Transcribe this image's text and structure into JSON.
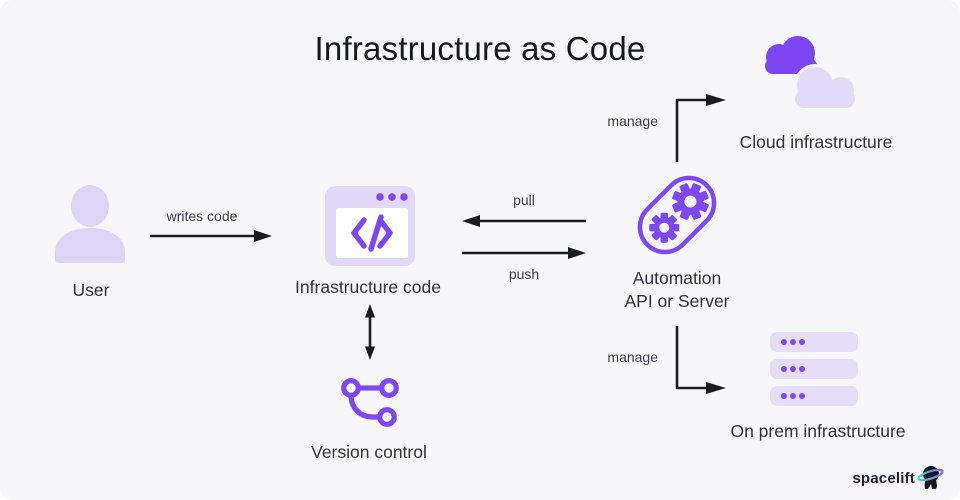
{
  "title": "Infrastructure as Code",
  "nodes": {
    "user": {
      "label": "User",
      "icon": "person-silhouette-icon"
    },
    "infrastructure_code": {
      "label": "Infrastructure code",
      "icon": "browser-code-window-icon"
    },
    "automation": {
      "label_line1": "Automation",
      "label_line2": "API or Server",
      "icon": "gears-capsule-icon"
    },
    "cloud": {
      "label": "Cloud infrastructure",
      "icon": "clouds-icon"
    },
    "on_prem": {
      "label": "On prem infrastructure",
      "icon": "server-stack-icon",
      "server_count": 3
    },
    "version_control": {
      "label": "Version control",
      "icon": "git-branch-icon"
    }
  },
  "edges": {
    "writes_code": {
      "label": "writes code",
      "direction": "user → infrastructure code"
    },
    "pull": {
      "label": "pull",
      "direction": "automation → infrastructure code"
    },
    "push": {
      "label": "push",
      "direction": "infrastructure code → automation"
    },
    "manage_cloud": {
      "label": "manage",
      "direction": "automation → cloud infrastructure"
    },
    "manage_on_prem": {
      "label": "manage",
      "direction": "automation → on prem infrastructure"
    },
    "sync": {
      "label": "",
      "direction": "infrastructure code ↔ version control"
    }
  },
  "logo": {
    "text": "spacelift",
    "icon": "spacelift-astronaut-icon"
  },
  "colors": {
    "background": "#f7f7f9",
    "accent_purple": "#7b48f3",
    "light_purple": "#e2d9f8",
    "arrow": "#1b1c22",
    "title_text": "#17181d",
    "label_text": "#35363e",
    "logo_text": "#1d2130",
    "logo_ring_teal": "#3ddbc4",
    "logo_ring_purple": "#8a5ff0"
  }
}
